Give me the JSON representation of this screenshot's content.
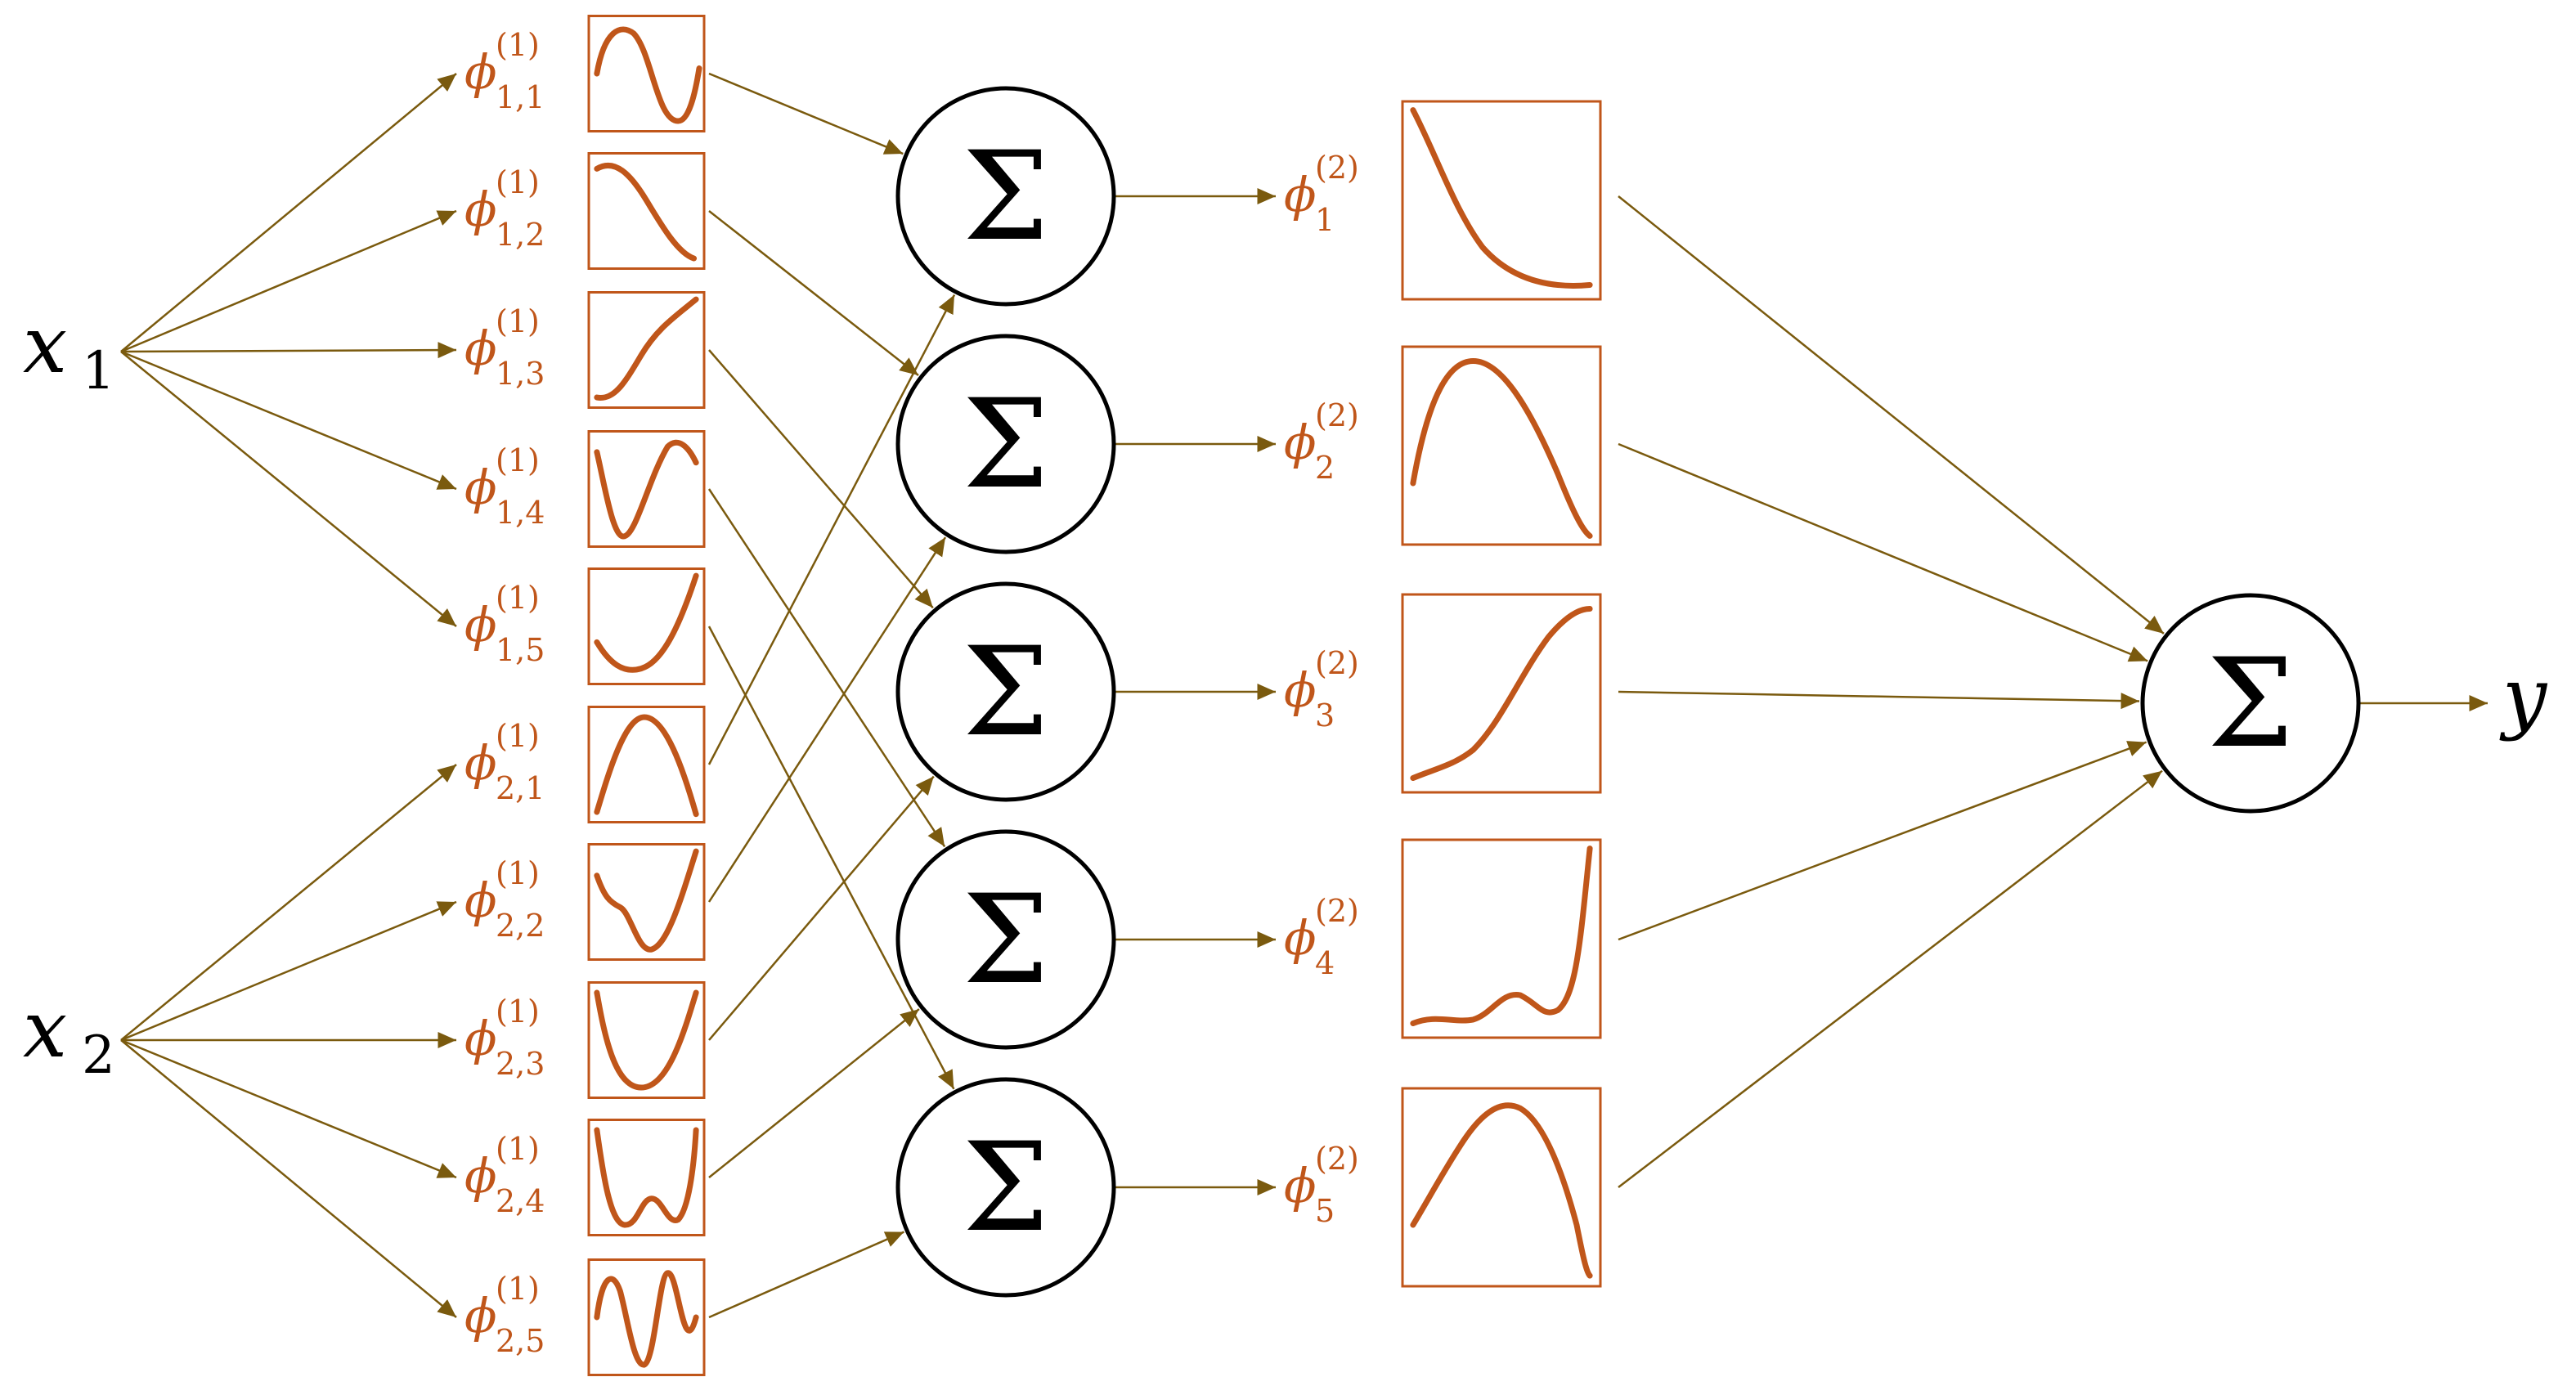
{
  "colors": {
    "accent": "#c0561a",
    "edge": "#7a5a0e",
    "node_stroke": "#000000"
  },
  "inputs": [
    {
      "symbol": "x",
      "sub": "1"
    },
    {
      "symbol": "x",
      "sub": "2"
    }
  ],
  "output": {
    "symbol": "y"
  },
  "sum_symbol": "Σ",
  "layer1_functions": [
    {
      "symbol": "ϕ",
      "sup": "(1)",
      "sub": "1,1",
      "input": 0,
      "target": 0,
      "shape": "sine-down"
    },
    {
      "symbol": "ϕ",
      "sup": "(1)",
      "sub": "1,2",
      "input": 0,
      "target": 1,
      "shape": "hump-decay"
    },
    {
      "symbol": "ϕ",
      "sup": "(1)",
      "sub": "1,3",
      "input": 0,
      "target": 2,
      "shape": "sigmoid-rise"
    },
    {
      "symbol": "ϕ",
      "sup": "(1)",
      "sub": "1,4",
      "input": 0,
      "target": 3,
      "shape": "valley-peak"
    },
    {
      "symbol": "ϕ",
      "sup": "(1)",
      "sub": "1,5",
      "input": 0,
      "target": 4,
      "shape": "u-rise"
    },
    {
      "symbol": "ϕ",
      "sup": "(1)",
      "sub": "2,1",
      "input": 1,
      "target": 0,
      "shape": "arch"
    },
    {
      "symbol": "ϕ",
      "sup": "(1)",
      "sub": "2,2",
      "input": 1,
      "target": 1,
      "shape": "shoulder-dip-rise"
    },
    {
      "symbol": "ϕ",
      "sup": "(1)",
      "sub": "2,3",
      "input": 1,
      "target": 2,
      "shape": "u-bowl"
    },
    {
      "symbol": "ϕ",
      "sup": "(1)",
      "sub": "2,4",
      "input": 1,
      "target": 3,
      "shape": "w-shape"
    },
    {
      "symbol": "ϕ",
      "sup": "(1)",
      "sub": "2,5",
      "input": 1,
      "target": 4,
      "shape": "oscillation"
    }
  ],
  "layer2_functions": [
    {
      "symbol": "ϕ",
      "sup": "(2)",
      "sub": "1",
      "shape": "decay"
    },
    {
      "symbol": "ϕ",
      "sup": "(2)",
      "sub": "2",
      "shape": "arch-fall"
    },
    {
      "symbol": "ϕ",
      "sup": "(2)",
      "sub": "3",
      "shape": "sigmoid"
    },
    {
      "symbol": "ϕ",
      "sup": "(2)",
      "sub": "4",
      "shape": "flat-bump-spike"
    },
    {
      "symbol": "ϕ",
      "sup": "(2)",
      "sub": "5",
      "shape": "rise-fall"
    }
  ]
}
